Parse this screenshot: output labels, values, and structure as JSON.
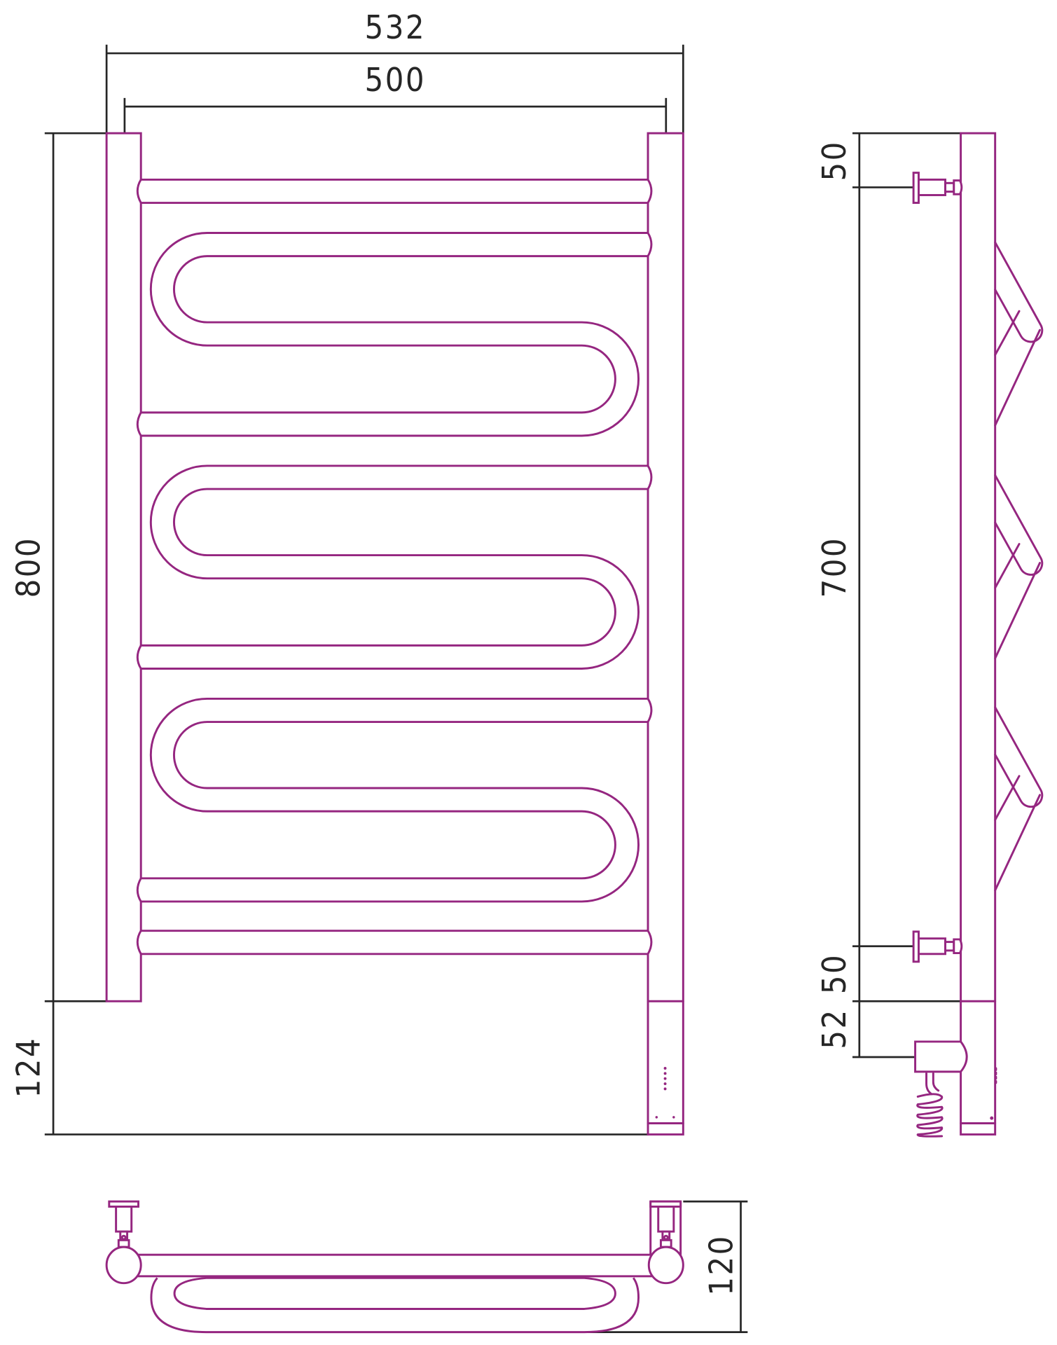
{
  "colors": {
    "product_line": "#952680",
    "dimension_line": "#262626"
  },
  "front_view": {
    "overall_width": "532",
    "center_distance": "500",
    "height": "800",
    "bottom_offset": "124"
  },
  "side_view": {
    "top_offset": "50",
    "mount_distance": "700",
    "bottom_offset": "50",
    "heater_offset": "52"
  },
  "top_view": {
    "depth": "120"
  }
}
